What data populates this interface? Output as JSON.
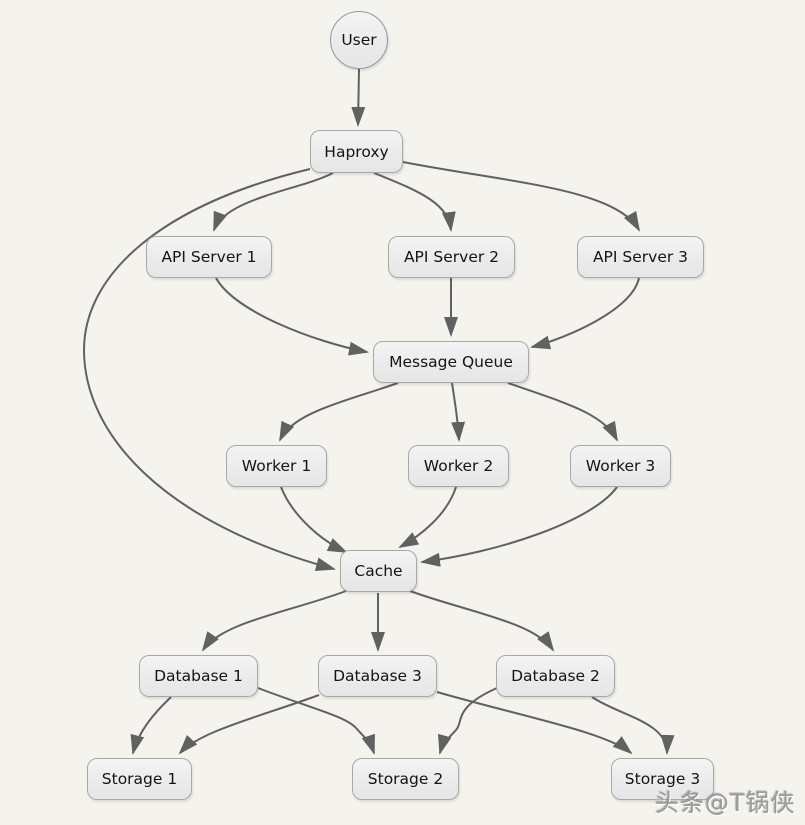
{
  "diagram": {
    "background_color": "#f4f3ee",
    "node_fill": "#ebebeb",
    "node_border": "#a8a8a8",
    "edge_color": "#616161",
    "nodes": {
      "user": {
        "label": "User",
        "shape": "circle"
      },
      "haproxy": {
        "label": "Haproxy",
        "shape": "box"
      },
      "api_server_1": {
        "label": "API Server 1",
        "shape": "box"
      },
      "api_server_2": {
        "label": "API Server 2",
        "shape": "box"
      },
      "api_server_3": {
        "label": "API Server 3",
        "shape": "box"
      },
      "message_queue": {
        "label": "Message Queue",
        "shape": "box"
      },
      "worker_1": {
        "label": "Worker 1",
        "shape": "box"
      },
      "worker_2": {
        "label": "Worker 2",
        "shape": "box"
      },
      "worker_3": {
        "label": "Worker 3",
        "shape": "box"
      },
      "cache": {
        "label": "Cache",
        "shape": "box"
      },
      "database_1": {
        "label": "Database 1",
        "shape": "box"
      },
      "database_3": {
        "label": "Database 3",
        "shape": "box"
      },
      "database_2": {
        "label": "Database 2",
        "shape": "box"
      },
      "storage_1": {
        "label": "Storage 1",
        "shape": "box"
      },
      "storage_2": {
        "label": "Storage 2",
        "shape": "box"
      },
      "storage_3": {
        "label": "Storage 3",
        "shape": "box"
      }
    },
    "edges": [
      {
        "from": "user",
        "to": "haproxy"
      },
      {
        "from": "haproxy",
        "to": "api_server_1"
      },
      {
        "from": "haproxy",
        "to": "api_server_2"
      },
      {
        "from": "haproxy",
        "to": "api_server_3"
      },
      {
        "from": "haproxy",
        "to": "cache"
      },
      {
        "from": "api_server_1",
        "to": "message_queue"
      },
      {
        "from": "api_server_2",
        "to": "message_queue"
      },
      {
        "from": "api_server_3",
        "to": "message_queue"
      },
      {
        "from": "message_queue",
        "to": "worker_1"
      },
      {
        "from": "message_queue",
        "to": "worker_2"
      },
      {
        "from": "message_queue",
        "to": "worker_3"
      },
      {
        "from": "worker_1",
        "to": "cache"
      },
      {
        "from": "worker_2",
        "to": "cache"
      },
      {
        "from": "worker_3",
        "to": "cache"
      },
      {
        "from": "cache",
        "to": "database_1"
      },
      {
        "from": "cache",
        "to": "database_3"
      },
      {
        "from": "cache",
        "to": "database_2"
      },
      {
        "from": "database_1",
        "to": "storage_1"
      },
      {
        "from": "database_1",
        "to": "storage_2"
      },
      {
        "from": "database_3",
        "to": "storage_1"
      },
      {
        "from": "database_3",
        "to": "storage_3"
      },
      {
        "from": "database_2",
        "to": "storage_2"
      },
      {
        "from": "database_2",
        "to": "storage_3"
      }
    ]
  },
  "watermark": {
    "text": "头条@T锅侠"
  }
}
